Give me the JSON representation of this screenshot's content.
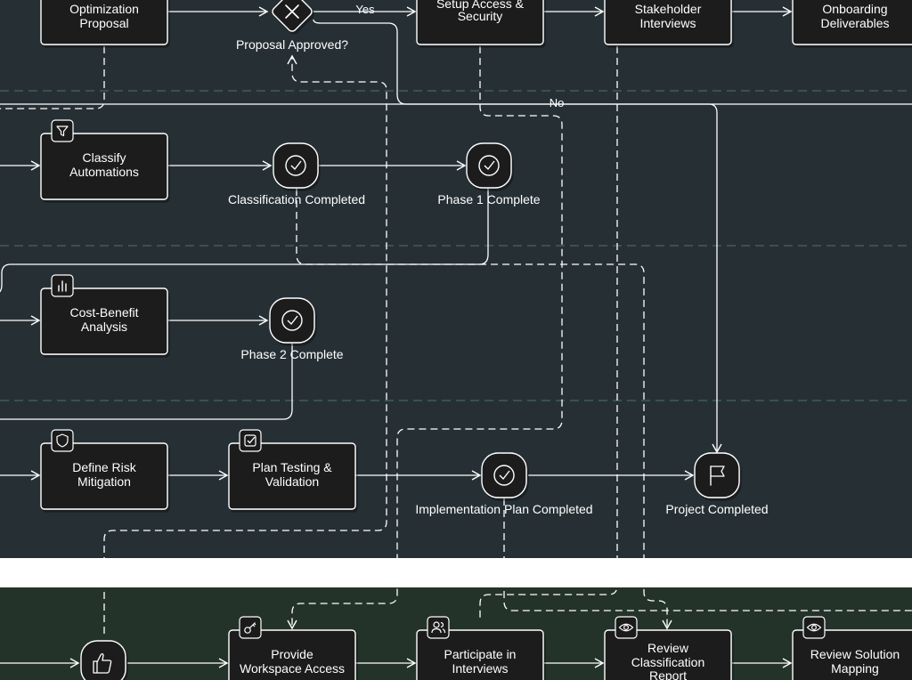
{
  "tasks": {
    "optimization_proposal": [
      "Optimization",
      "Proposal"
    ],
    "setup_access": [
      "Setup Access &",
      "Security"
    ],
    "stakeholder_interviews": [
      "Stakeholder",
      "Interviews"
    ],
    "onboarding_deliverables": [
      "Onboarding",
      "Deliverables"
    ],
    "classify_automations": [
      "Classify",
      "Automations"
    ],
    "cost_benefit": [
      "Cost-Benefit",
      "Analysis"
    ],
    "define_risk": [
      "Define Risk",
      "Mitigation"
    ],
    "plan_testing": [
      "Plan Testing &",
      "Validation"
    ],
    "provide_workspace": [
      "Provide",
      "Workspace Access"
    ],
    "participate_interviews": [
      "Participate in",
      "Interviews"
    ],
    "review_classification": [
      "Review",
      "Classification",
      "Report"
    ],
    "review_solution": [
      "Review Solution",
      "Mapping"
    ]
  },
  "events": {
    "proposal_approved": "Proposal Approved?",
    "classification_completed": "Classification Completed",
    "phase1_complete": "Phase 1 Complete",
    "phase2_complete": "Phase 2 Complete",
    "implementation_plan_completed": "Implementation Plan Completed",
    "project_completed": "Project Completed"
  },
  "edge_labels": {
    "yes": "Yes",
    "no": "No"
  },
  "icons": {
    "classify_automations": "filter-icon",
    "cost_benefit": "bar-chart-icon",
    "define_risk": "shield-icon",
    "plan_testing": "checkbox-icon",
    "provide_workspace": "key-icon",
    "participate_interviews": "users-icon",
    "review_classification": "eye-icon",
    "review_solution": "eye-icon",
    "gateway": "x-icon",
    "milestone": "check-circle-icon",
    "end": "flag-icon",
    "approve": "thumbs-up-icon"
  },
  "colors": {
    "lane_dark": "#263034",
    "lane_separator": "#ffffff",
    "lane_green": "#24332a",
    "node_fill": "#1b1b1b",
    "stroke": "#ffffff"
  }
}
